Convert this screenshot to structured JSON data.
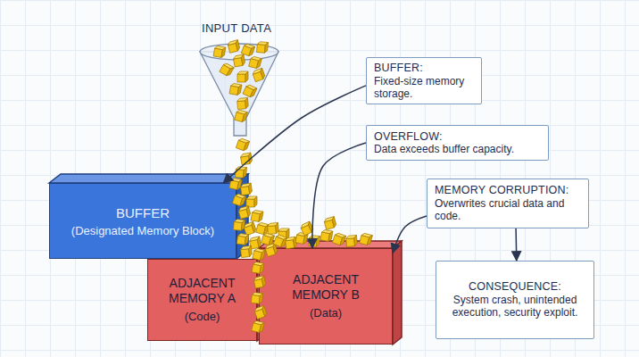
{
  "diagram": {
    "nodes": [
      {
        "text": [
          "BUFFER:",
          "Fixed-size memory storage."
        ]
      },
      {
        "text": [
          "OVERFLOW:",
          "Data exceeds buffer capacity."
        ]
      },
      {
        "text": [
          "BUFFER",
          "(Designated Memory Block)"
        ]
      },
      {
        "text": [
          "MEMORY CORRUPTION:",
          "Overwrites crucial data and code."
        ]
      },
      {
        "text": [
          "ADJACENT MEMORY A",
          "(Code)"
        ]
      },
      {
        "text": [
          "ADJACENT MEMORY B",
          "(Data)"
        ]
      },
      {
        "text": [
          "CONSEQUENCE:",
          "System crash, unintended execution, security exploit."
        ]
      }
    ],
    "edges": [
      {
        "from": 0,
        "to": 2,
        "arrow": "to"
      },
      {
        "from": 1,
        "to": 5,
        "arrow": "to"
      },
      {
        "from": 3,
        "to": 5,
        "arrow": "to"
      },
      {
        "from": 3,
        "to": 6,
        "arrow": "to"
      }
    ],
    "labels": [
      "INPUT DATA"
    ]
  }
}
